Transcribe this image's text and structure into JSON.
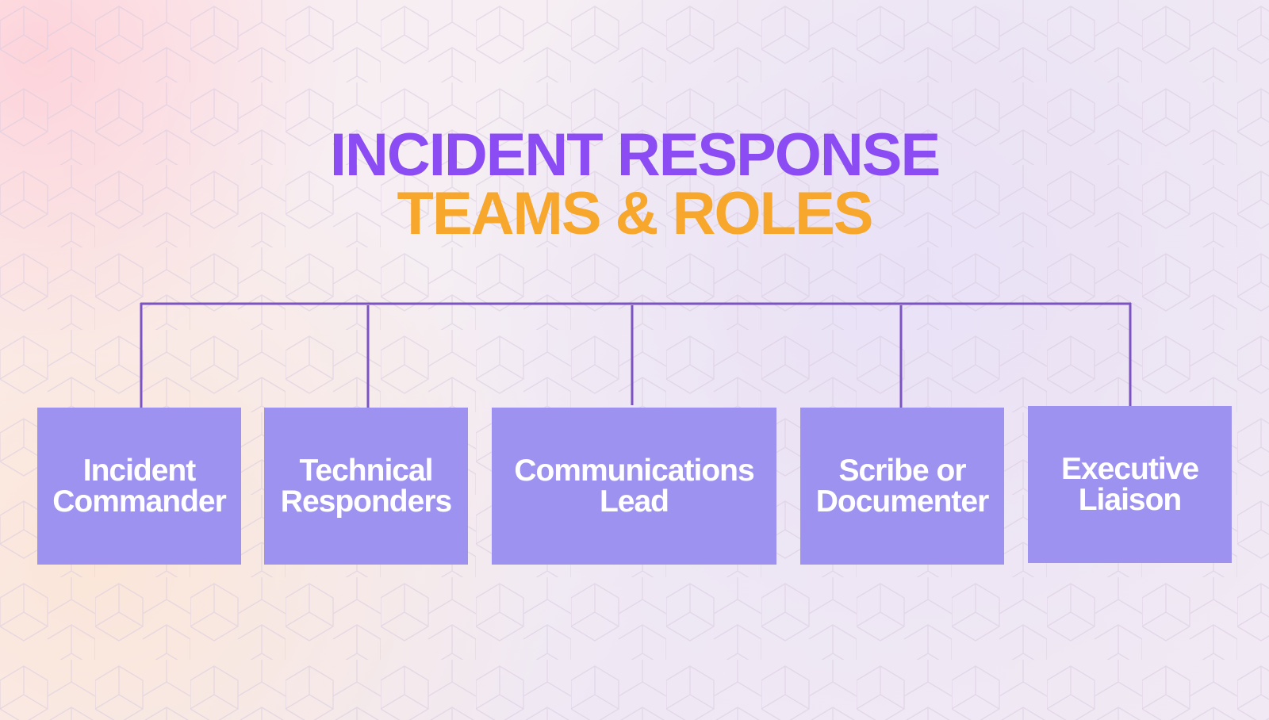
{
  "title": {
    "line1": "INCIDENT RESPONSE",
    "line2": "TEAMS & ROLES"
  },
  "roles": [
    {
      "label": "Incident\nCommander"
    },
    {
      "label": "Technical\nResponders"
    },
    {
      "label": "Communications\nLead"
    },
    {
      "label": "Scribe or\nDocumenter"
    },
    {
      "label": "Executive\nLiaison"
    }
  ],
  "colors": {
    "title_primary": "#8b4cf4",
    "title_secondary": "#f6a72c",
    "box_fill": "#9d92f0",
    "connector": "#7c53c3",
    "box_text": "#ffffff"
  }
}
